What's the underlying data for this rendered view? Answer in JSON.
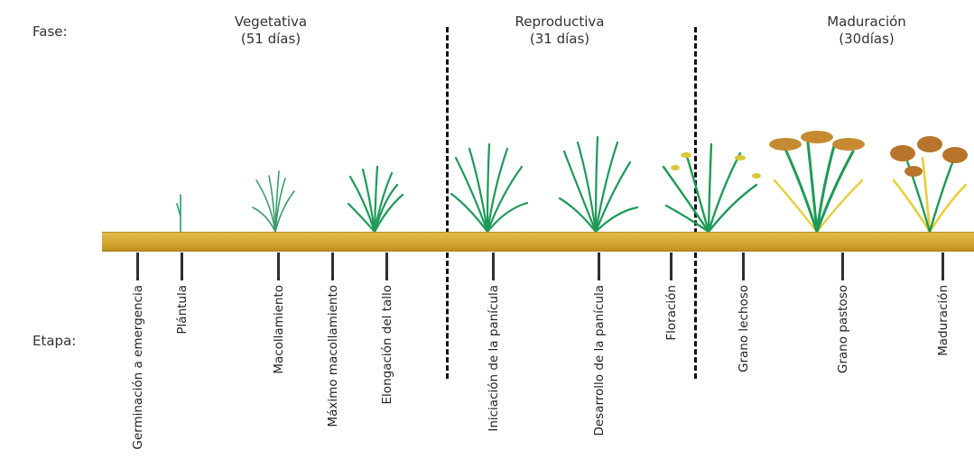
{
  "labels": {
    "phase_row": "Fase:",
    "stage_row": "Etapa:"
  },
  "phases": [
    {
      "name": "Vegetativa",
      "duration": "(51 días)"
    },
    {
      "name": "Reproductiva",
      "duration": "(31 días)"
    },
    {
      "name": "Maduración",
      "duration": "(30días)"
    }
  ],
  "stages": [
    "Germinación a emergencia",
    "Plántula",
    "Macollamiento",
    "Máximo macollamiento",
    "Elongación del tallo",
    "Iniciación de la panícula",
    "Desarrollo de la panícula",
    "Floración",
    "Grano lechoso",
    "Grano pastoso",
    "Maduración"
  ],
  "colors": {
    "bar": "#d6a935",
    "plant_green": "#1e9a57",
    "plant_yellow": "#e6cf3a",
    "grain": "#b8742a"
  }
}
